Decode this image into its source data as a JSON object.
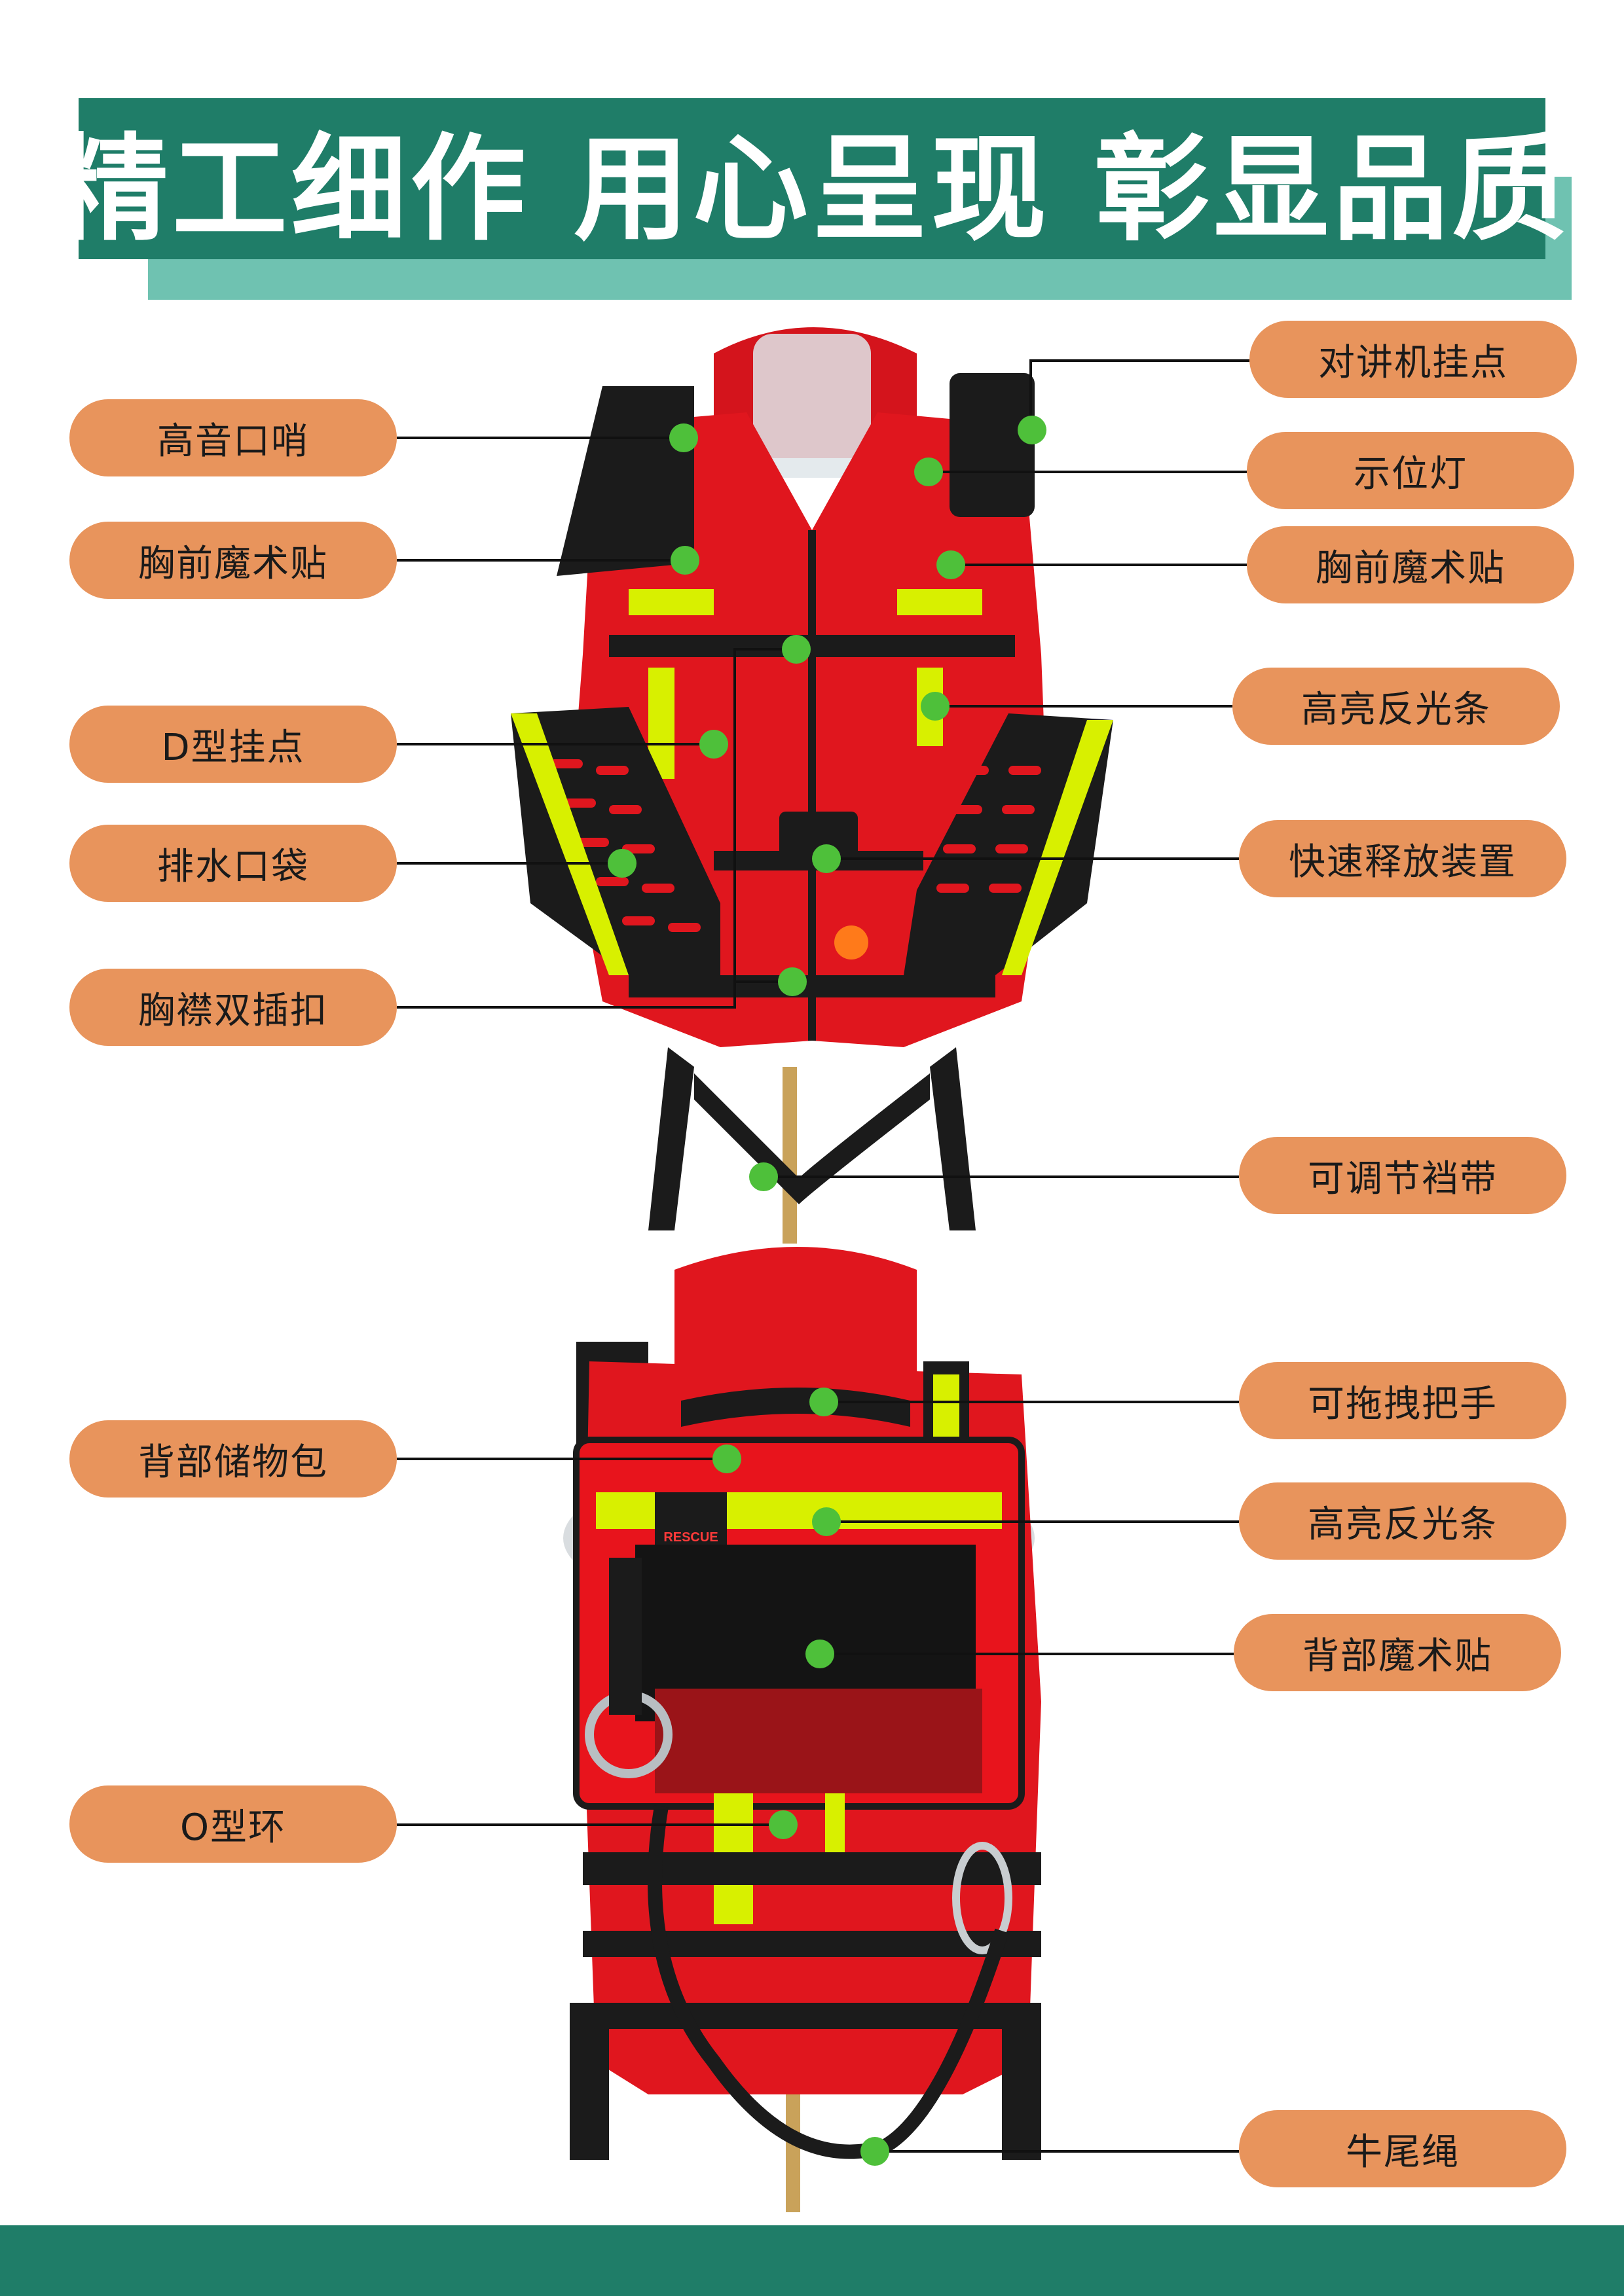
{
  "banner": {
    "title": "精工细作 用心呈现 彰显品质"
  },
  "colors": {
    "banner": "#1f7d68",
    "banner_shadow": "#6fc2b1",
    "label_bg": "#e8945c",
    "dot": "#4ec03a",
    "vest_red": "#e0161e",
    "reflective": "#d8f000"
  },
  "front_view": {
    "left_labels": [
      "高音口哨",
      "胸前魔术贴",
      "D型挂点",
      "排水口袋",
      "胸襟双插扣"
    ],
    "right_labels": [
      "对讲机挂点",
      "示位灯",
      "胸前魔术贴",
      "高亮反光条",
      "快速释放装置",
      "可调节裆带"
    ]
  },
  "back_view": {
    "left_labels": [
      "背部储物包",
      "O型环"
    ],
    "right_labels": [
      "可拖拽把手",
      "高亮反光条",
      "背部魔术贴",
      "牛尾绳"
    ],
    "patch_text": "RESCUE"
  }
}
